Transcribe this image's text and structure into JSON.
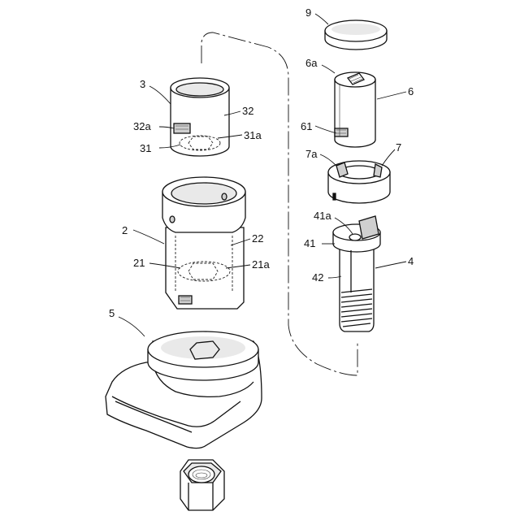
{
  "labels": {
    "part_2": "2",
    "part_3": "3",
    "part_4": "4",
    "part_5": "5",
    "part_6": "6",
    "part_7": "7",
    "part_9": "9",
    "ref_6a": "6a",
    "ref_7a": "7a",
    "ref_21": "21",
    "ref_21a": "21a",
    "ref_22": "22",
    "ref_31": "31",
    "ref_31a": "31a",
    "ref_32": "32",
    "ref_32a": "32a",
    "ref_41": "41",
    "ref_41a": "41a",
    "ref_42": "42",
    "ref_61": "61"
  }
}
